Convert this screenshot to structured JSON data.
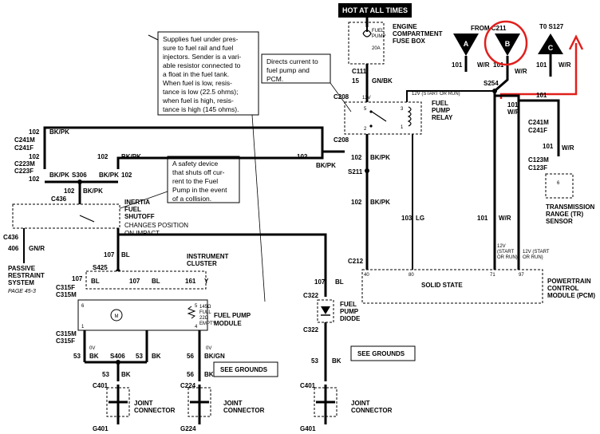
{
  "header": {
    "hot_at_all_times": "HOT AT ALL TIMES"
  },
  "fuse": {
    "name_line1": "FUEL",
    "name_line2": "PUMP",
    "rating": "20A"
  },
  "fuse_box": {
    "line1": "ENGINE",
    "line2": "COMPARTMENT",
    "line3": "FUSE BOX"
  },
  "from_label": "FROM C211",
  "to_label": "T0 S127",
  "connectors": {
    "a": "A",
    "b": "B",
    "c": "C",
    "c111": "C111",
    "c208_top": "C208",
    "c208_bot": "C208",
    "s211": "S211",
    "s254": "S254",
    "c212": "C212",
    "c241m_r": "C241M",
    "c241f_r": "C241F",
    "c123m": "C123M",
    "c123f": "C123F",
    "c241m_l": "C241M",
    "c241f_l": "C241F",
    "c223m": "C223M",
    "c223f": "C223F",
    "s306": "S306",
    "c436_a": "C436",
    "c436_b": "C436",
    "s425": "S425",
    "c315f_a": "C315F",
    "c315m_a": "C315M",
    "c315m_b": "C315M",
    "c315f_b": "C315F",
    "s406": "S406",
    "c401_a": "C401",
    "c224": "C224",
    "c322_a": "C322",
    "c322_b": "C322",
    "c401_b": "C401",
    "g401_a": "G401",
    "g224": "G224",
    "g401_b": "G401"
  },
  "wires": {
    "w101a": "101",
    "w101b": "101",
    "w101c": "101",
    "wr_a": "W/R",
    "wr_b": "W/R",
    "wr_c": "W/R",
    "w15": "15",
    "gn_bk": "GN/BK",
    "w12v_a": "12V",
    "start_run_a": "12V (START OR RUN)",
    "w101d": "101",
    "w101e": "101",
    "wr_d": "W/R",
    "w101f": "101",
    "wr_e": "W/R",
    "w101g": "101",
    "wr_f": "W/R",
    "w102a": "102",
    "bkpk_a": "BK/PK",
    "w102b": "102",
    "w102c": "102",
    "bkpk_b": "BK/PK",
    "w102d": "102",
    "bkpk_c": "BK/PK",
    "w102e": "102",
    "bkpk_d": "BK/PK",
    "w102f": "102",
    "w102g": "102",
    "bkpk_e": "BK/PK",
    "w102h": "102",
    "bkpk_f": "BK/PK",
    "w102i": "102",
    "bkpk_g": "BK/PK",
    "w103": "103",
    "lg": "LG",
    "w406": "406",
    "gnr": "GN/R",
    "w107a": "107",
    "bl_a": "BL",
    "w107b": "107",
    "bl_b": "BL",
    "w107c": "107",
    "bl_c": "BL",
    "w161": "161",
    "y": "Y",
    "w107d": "107",
    "bl_d": "BL",
    "w53a": "53",
    "bk_a": "BK",
    "w53b": "53",
    "bk_b": "BK",
    "w53c": "53",
    "bk_c": "BK",
    "w56": "56",
    "bkgn": "BK/GN",
    "w56b": "56",
    "bkgn_b": "BK/GN",
    "w53d": "53",
    "bk_d": "BK",
    "ov_a": "0V",
    "ov_b": "0V"
  },
  "relay": {
    "line1": "FUEL",
    "line2": "PUMP",
    "line3": "RELAY",
    "pins": [
      "3",
      "1",
      "2",
      "5"
    ]
  },
  "pcm": {
    "solid_state": "SOLID STATE",
    "line1": "POWERTRAIN",
    "line2": "CONTROL",
    "line3": "MODULE (PCM)",
    "pins": [
      "40",
      "80",
      "71",
      "97"
    ],
    "in_12v_a": "12V",
    "in_sr_a": "(START",
    "in_sr_a2": "OR RUN)",
    "in_12v_b": "12V (START",
    "in_sr_b": "OR RUN)"
  },
  "tr_sensor": {
    "pin": "6",
    "line1": "TRANSMISSION",
    "line2": "RANGE (TR)",
    "line3": "SENSOR"
  },
  "inertia": {
    "line1": "INERTIA",
    "line2": "FUEL",
    "line3": "SHUTOFF",
    "note1": "CHANGES POSITION",
    "note2": "ON IMPACT"
  },
  "restraint": {
    "line1": "PASSIVE",
    "line2": "RESTRAINT",
    "line3": "SYSTEM",
    "page": "PAGE 45-3"
  },
  "cluster": {
    "line1": "INSTRUMENT",
    "line2": "CLUSTER"
  },
  "fpm": {
    "line1": "FUEL PUMP",
    "line2": "MODULE",
    "motor": "M",
    "ohm_full": "145Ω",
    "full": "FULL",
    "ohm_empty": "22Ω",
    "empty": "EMPTY",
    "pins": [
      "6",
      "5",
      "1",
      "4"
    ]
  },
  "diode": {
    "line1": "FUEL",
    "line2": "PUMP",
    "line3": "DIODE"
  },
  "see_grounds_a": "SEE GROUNDS",
  "see_grounds_b": "SEE GROUNDS",
  "joint_a": {
    "line1": "JOINT",
    "line2": "CONNECTOR"
  },
  "joint_b": {
    "line1": "JOINT",
    "line2": "CONNECTOR"
  },
  "joint_c": {
    "line1": "JOINT",
    "line2": "CONNECTOR"
  },
  "notes": {
    "sender": [
      "Supplies fuel under pres-",
      "sure to fuel rail and fuel",
      "injectors. Sender is a vari-",
      "able resistor connected to",
      "a float in the fuel tank.",
      "When fuel is low, resis-",
      "tance is low (22.5 ohms);",
      "when fuel is high, resis-",
      "tance is high (145 ohms)."
    ],
    "directs": [
      "Directs current to",
      "fuel pump and",
      "PCM."
    ],
    "safety": [
      "A safety device",
      "that shuts off cur-",
      "rent to the Fuel",
      "Pump in the event",
      "of a collision."
    ]
  },
  "colors": {
    "highlight": "#e0201c"
  }
}
